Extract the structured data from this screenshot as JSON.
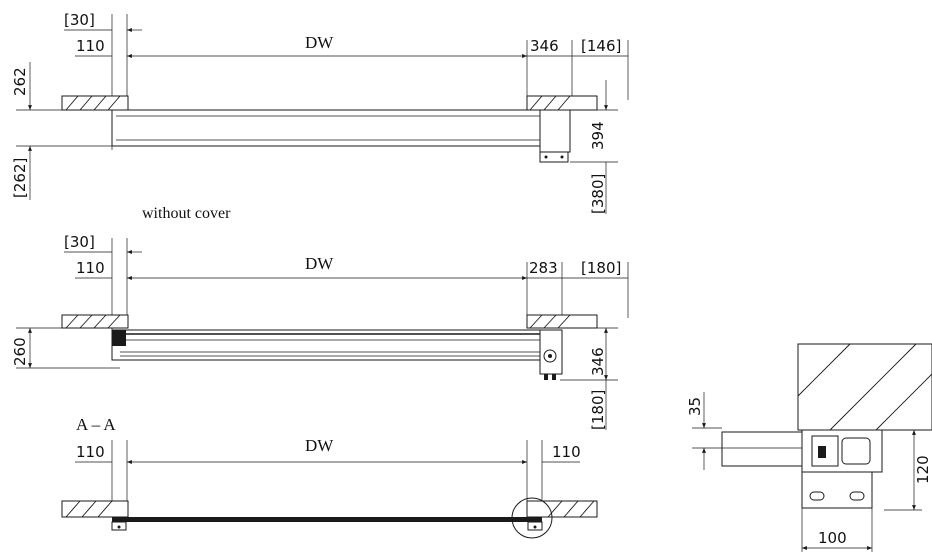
{
  "top_view": {
    "dw": "DW",
    "left_offset_bracket": "[30]",
    "left_offset": "110",
    "right_offset": "346",
    "right_offset_bracket": "[146]",
    "height_left": "262",
    "height_left_bracket": "[262]",
    "height_right": "394",
    "height_right_bracket": "[380]"
  },
  "middle_view": {
    "caption": "without cover",
    "dw": "DW",
    "left_offset_bracket": "[30]",
    "left_offset": "110",
    "right_offset": "283",
    "right_offset_bracket": "[180]",
    "height_left": "260",
    "height_right": "346",
    "height_right_bracket": "[180]"
  },
  "section_view": {
    "caption": "A – A",
    "dw": "DW",
    "left_offset": "110",
    "right_offset": "110"
  },
  "detail_view": {
    "dim_35": "35",
    "dim_120": "120",
    "dim_100": "100"
  }
}
